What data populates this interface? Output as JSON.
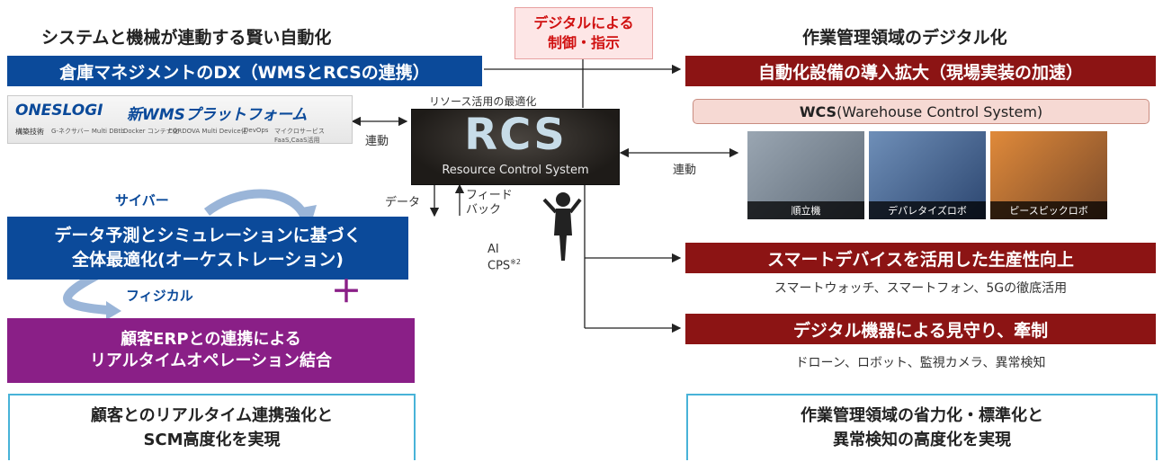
{
  "left": {
    "heading": "システムと機械が連動する賢い自動化",
    "wms_bar": "倉庫マネジメントのDX（WMSとRCSの連携）",
    "platform": {
      "logo": "ONESLOGI",
      "title": "新WMSプラットフォーム",
      "stack_label": "構築技術",
      "items": [
        "G-ネクサバー Multi DBtb",
        "Docker コンテナ化",
        "CORDOVA Multi Device化",
        "DevOps",
        "マイクロサービス FaaS,CaaS活用"
      ]
    },
    "link_wms_rcs": "連動",
    "cyber": "サイバー",
    "physical": "フィジカル",
    "optimize_line1": "データ予測とシミュレーションに基づく",
    "optimize_line2": "全体最適化(オーケストレーション)",
    "plus": "＋",
    "erp_line1": "顧客ERPとの連携による",
    "erp_line2": "リアルタイムオペレーション結合",
    "result_line1": "顧客とのリアルタイム連携強化と",
    "result_line2": "SCM高度化を実現"
  },
  "center": {
    "digital_line1": "デジタルによる",
    "digital_line2": "制御・指示",
    "resource_opt": "リソース活用の最適化",
    "rcs": "RCS",
    "rcs_full": "Resource Control System",
    "data": "データ",
    "feedback_line1": "フィード",
    "feedback_line2": "バック",
    "ai": "AI",
    "cps": "CPS",
    "cps_note": "※2",
    "link_rcs_wcs": "連動"
  },
  "right": {
    "heading": "作業管理領域のデジタル化",
    "auto_bar": "自動化設備の導入拡大（現場実装の加速）",
    "wcs_abbr": "WCS",
    "wcs_full": " (Warehouse Control System)",
    "photos": [
      {
        "caption": "順立機",
        "color": "#7c8a99"
      },
      {
        "caption": "デパレタイズロボ",
        "color": "#3a5a8c"
      },
      {
        "caption": "ピースピックロボ",
        "color": "#c46a1e"
      }
    ],
    "smart_bar": "スマートデバイスを活用した生産性向上",
    "smart_sub": "スマートウォッチ、スマートフォン、5Gの徹底活用",
    "monitor_bar": "デジタル機器による見守り、牽制",
    "monitor_sub": "ドローン、ロボット、監視カメラ、異常検知",
    "result_line1": "作業管理領域の省力化・標準化と",
    "result_line2": "異常検知の高度化を実現"
  }
}
